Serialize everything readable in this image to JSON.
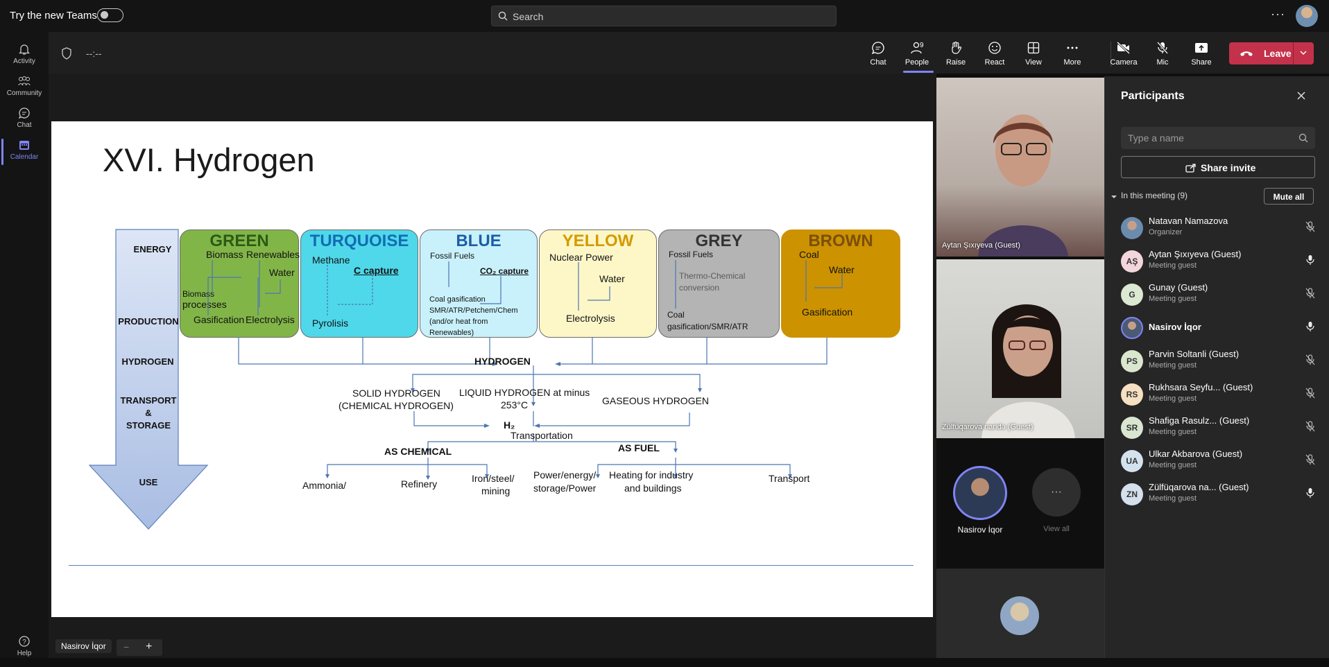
{
  "topbar": {
    "try_label": "Try the new Teams",
    "search_placeholder": "Search",
    "more": "···"
  },
  "rail": [
    {
      "label": "Activity"
    },
    {
      "label": "Community"
    },
    {
      "label": "Chat"
    },
    {
      "label": "Calendar"
    }
  ],
  "rail_help": "Help",
  "meeting": {
    "timer": "--:--",
    "buttons": {
      "chat": "Chat",
      "people": "People",
      "people_count": "9",
      "raise": "Raise",
      "react": "React",
      "view": "View",
      "more": "More",
      "camera": "Camera",
      "mic": "Mic",
      "share": "Share"
    },
    "leave": "Leave"
  },
  "slide": {
    "title": "XVI. Hydrogen",
    "stages": [
      "ENERGY",
      "PRODUCTION",
      "HYDROGEN",
      "TRANSPORT",
      "&",
      "STORAGE",
      "USE"
    ],
    "columns": [
      {
        "name": "GREEN",
        "texts": [
          "Biomass",
          "Renewables",
          "Water",
          "Biomass",
          "processes",
          "Gasification",
          "Electrolysis"
        ]
      },
      {
        "name": "TURQUOISE",
        "texts": [
          "Methane",
          "C capture",
          "Pyrolisis"
        ]
      },
      {
        "name": "BLUE",
        "texts": [
          "Fossil Fuels",
          "CO₂ capture",
          "Coal gasification",
          "SMR/ATR/Petchem/Chem",
          "(and/or heat from",
          "Renewables)"
        ]
      },
      {
        "name": "YELLOW",
        "texts": [
          "Nuclear Power",
          "Water",
          "Electrolysis"
        ]
      },
      {
        "name": "GREY",
        "texts": [
          "Fossil Fuels",
          "Thermo-Chemical",
          "conversion",
          "Coal",
          "gasification/SMR/ATR"
        ]
      },
      {
        "name": "BROWN",
        "texts": [
          "Coal",
          "Water",
          "Gasification"
        ]
      }
    ],
    "hydrogen": "HYDROGEN",
    "solid": [
      "SOLID HYDROGEN",
      "(CHEMICAL HYDROGEN)"
    ],
    "liquid": [
      "LIQUID HYDROGEN at minus",
      "253°C"
    ],
    "gaseous": "GASEOUS HYDROGEN",
    "h2": "H₂",
    "transportation": "Transportation",
    "as_chemical": "AS CHEMICAL",
    "as_fuel": "AS FUEL",
    "chem_uses": [
      "Ammonia/",
      "Refinery",
      "Iron/steel/",
      "mining"
    ],
    "fuel_uses": [
      "Power/energy/",
      "storage/Power",
      "Heating for industry",
      "and buildings",
      "Transport"
    ]
  },
  "tiles": {
    "tile1_name": "Aytan Şıxıyeva (Guest)",
    "tile2_name": "Zülfüqarova naridə (Guest)",
    "presenter_name": "Nasirov İqor",
    "view_all": "View all"
  },
  "participants": {
    "title": "Participants",
    "search_placeholder": "Type a name",
    "share_invite": "Share invite",
    "in_meeting": "In this meeting (9)",
    "mute_all": "Mute all",
    "list": [
      {
        "initials": "",
        "name": "Natavan Namazova",
        "role": "Organizer",
        "color": "#6b8cae",
        "muted": true
      },
      {
        "initials": "AŞ",
        "name": "Aytan Şıxıyeva (Guest)",
        "role": "Meeting guest",
        "color": "#f3d6dc",
        "muted": false
      },
      {
        "initials": "G",
        "name": "Gunay (Guest)",
        "role": "Meeting guest",
        "color": "#dbe8d2",
        "muted": true
      },
      {
        "initials": "",
        "name": "Nasirov İqor",
        "role": "",
        "color": "#4b5a75",
        "muted": false
      },
      {
        "initials": "PS",
        "name": "Parvin Soltanli (Guest)",
        "role": "Meeting guest",
        "color": "#dbe6cf",
        "muted": true
      },
      {
        "initials": "RS",
        "name": "Rukhsara Seyfu... (Guest)",
        "role": "Meeting guest",
        "color": "#f6e0c2",
        "muted": true
      },
      {
        "initials": "SR",
        "name": "Shafiga Rasulz... (Guest)",
        "role": "Meeting guest",
        "color": "#d9e6d2",
        "muted": true
      },
      {
        "initials": "UA",
        "name": "Ulkar Akbarova (Guest)",
        "role": "Meeting guest",
        "color": "#d4e2ee",
        "muted": true
      },
      {
        "initials": "ZN",
        "name": "Zülfüqarova na... (Guest)",
        "role": "Meeting guest",
        "color": "#d4e0ec",
        "muted": false
      }
    ]
  },
  "bottom": {
    "presenter_pill": "Nasirov İqor",
    "zoom_minus": "−",
    "zoom_plus": "+"
  }
}
